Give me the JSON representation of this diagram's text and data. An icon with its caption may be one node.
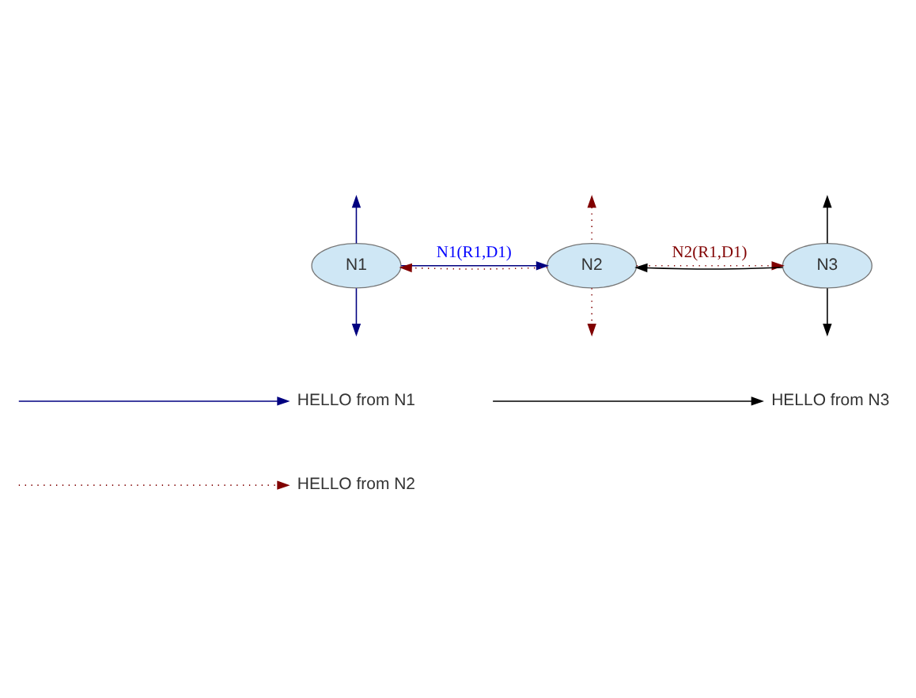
{
  "diagram": {
    "nodes": [
      {
        "text": [
          "N1"
        ]
      },
      {
        "text": [
          "N2"
        ]
      },
      {
        "text": [
          "N3"
        ]
      }
    ],
    "edges": [
      {
        "from": 0,
        "to": null,
        "arrow": "to",
        "color": "#000080"
      },
      {
        "from": 0,
        "to": null,
        "arrow": "to",
        "color": "#000080"
      },
      {
        "from": 0,
        "to": 1,
        "arrow": "to",
        "label": "N1(R1,D1)",
        "color": "#000080"
      },
      {
        "from": 1,
        "to": 0,
        "arrow": "to",
        "style": "dashed",
        "color": "#800000"
      },
      {
        "from": 1,
        "to": null,
        "arrow": "to",
        "style": "dashed",
        "color": "#800000"
      },
      {
        "from": 1,
        "to": null,
        "arrow": "to",
        "style": "dashed",
        "color": "#800000"
      },
      {
        "from": 1,
        "to": 2,
        "arrow": "to",
        "label": "N2(R1,D1)",
        "style": "dashed",
        "color": "#800000"
      },
      {
        "from": 2,
        "to": 1,
        "arrow": "to",
        "color": "#000000"
      },
      {
        "from": 2,
        "to": null,
        "arrow": "to",
        "color": "#000000"
      },
      {
        "from": 2,
        "to": null,
        "arrow": "to",
        "color": "#000000"
      }
    ],
    "legend": [
      {
        "text": "HELLO from N1"
      },
      {
        "text": "HELLO from N2"
      },
      {
        "text": "HELLO from N3"
      }
    ]
  }
}
